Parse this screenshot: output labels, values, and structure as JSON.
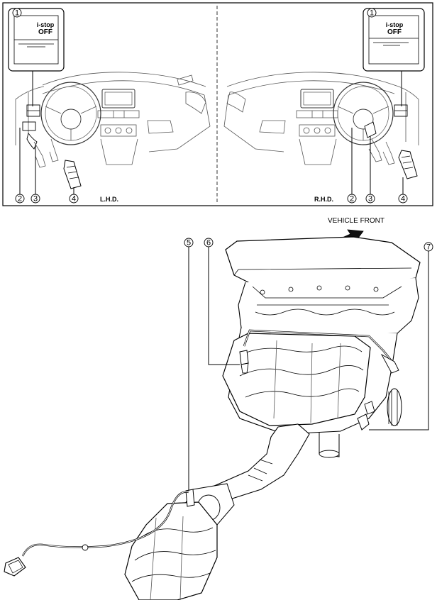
{
  "top_panel": {
    "left_caption": "L.H.D.",
    "right_caption": "R.H.D.",
    "switch_label_line1": "i-stop",
    "switch_label_line2": "OFF"
  },
  "callouts": {
    "c1": "1",
    "c2": "2",
    "c3": "3",
    "c4": "4",
    "c5": "5",
    "c6": "6",
    "c7": "7"
  },
  "bottom_panel": {
    "direction_label": "VEHICLE FRONT"
  }
}
